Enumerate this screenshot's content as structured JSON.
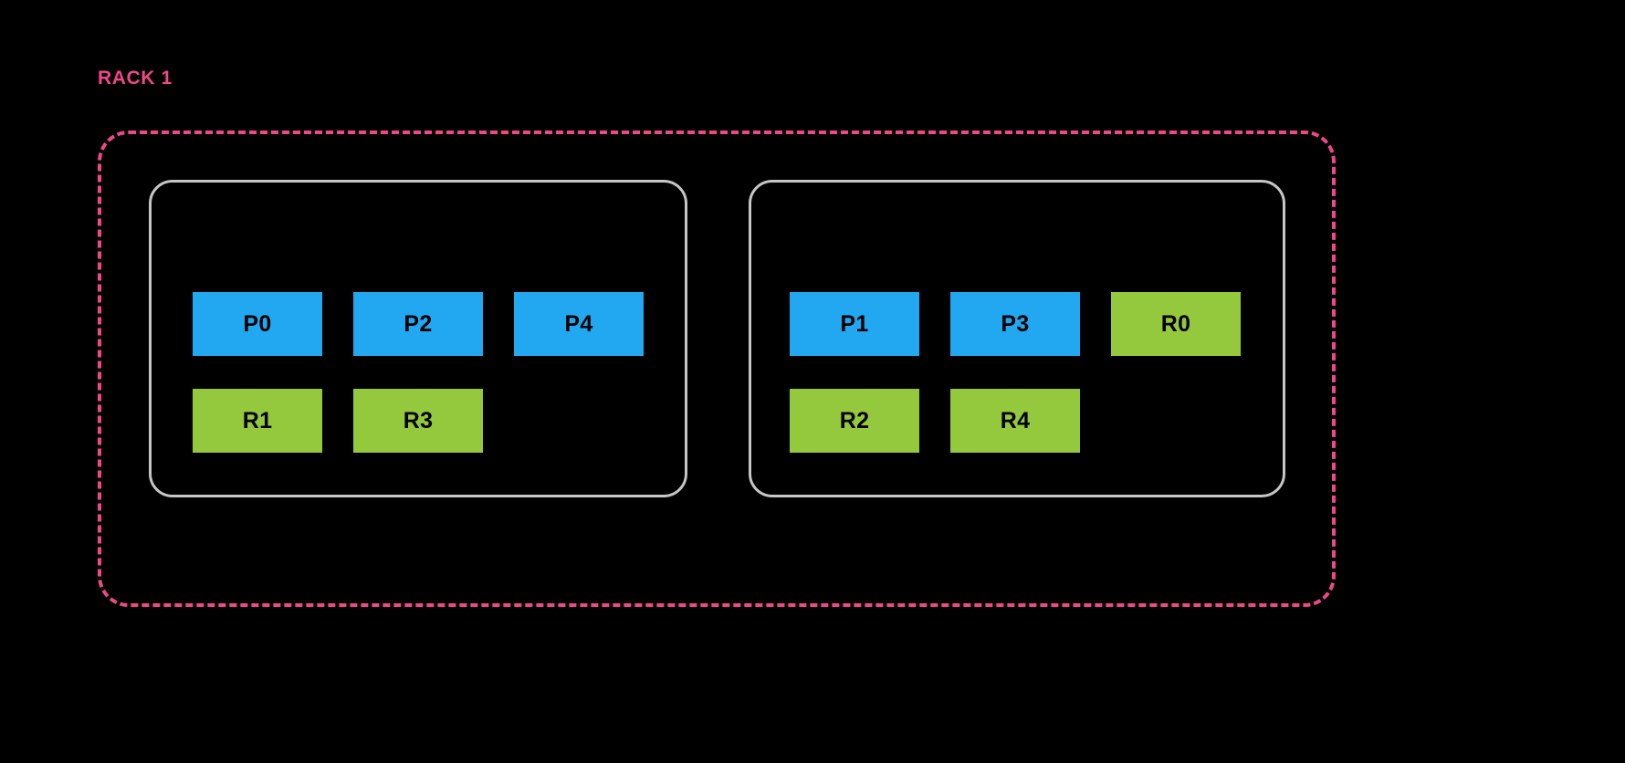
{
  "diagram": {
    "title": "RACK 1",
    "title_color": "#F0468A",
    "background_color": "#000000",
    "boundary": {
      "style": "dashed",
      "color": "#F0468A",
      "corner_radius": "34px"
    },
    "legend_colors": {
      "primary": "#21A8F0",
      "replica": "#95C93D",
      "node_border": "#C6C6C6"
    },
    "nodes": [
      {
        "name": "node-left",
        "rows": [
          {
            "name": "primaries",
            "tiles": [
              {
                "label": "P0",
                "kind": "primary",
                "column": "col-l1"
              },
              {
                "label": "P2",
                "kind": "primary",
                "column": "col-l2"
              },
              {
                "label": "P4",
                "kind": "primary",
                "column": "col-l3"
              }
            ]
          },
          {
            "name": "replicas",
            "tiles": [
              {
                "label": "R1",
                "kind": "replica",
                "column": "col-l1"
              },
              {
                "label": "R3",
                "kind": "replica",
                "column": "col-l2"
              }
            ]
          }
        ]
      },
      {
        "name": "node-right",
        "rows": [
          {
            "name": "primaries",
            "tiles": [
              {
                "label": "P1",
                "kind": "primary",
                "column": "col-r1"
              },
              {
                "label": "P3",
                "kind": "primary",
                "column": "col-r2"
              },
              {
                "label": "R0",
                "kind": "replica",
                "column": "col-r3"
              }
            ]
          },
          {
            "name": "replicas",
            "tiles": [
              {
                "label": "R2",
                "kind": "replica",
                "column": "col-r1"
              },
              {
                "label": "R4",
                "kind": "replica",
                "column": "col-r2"
              }
            ]
          }
        ]
      }
    ]
  }
}
